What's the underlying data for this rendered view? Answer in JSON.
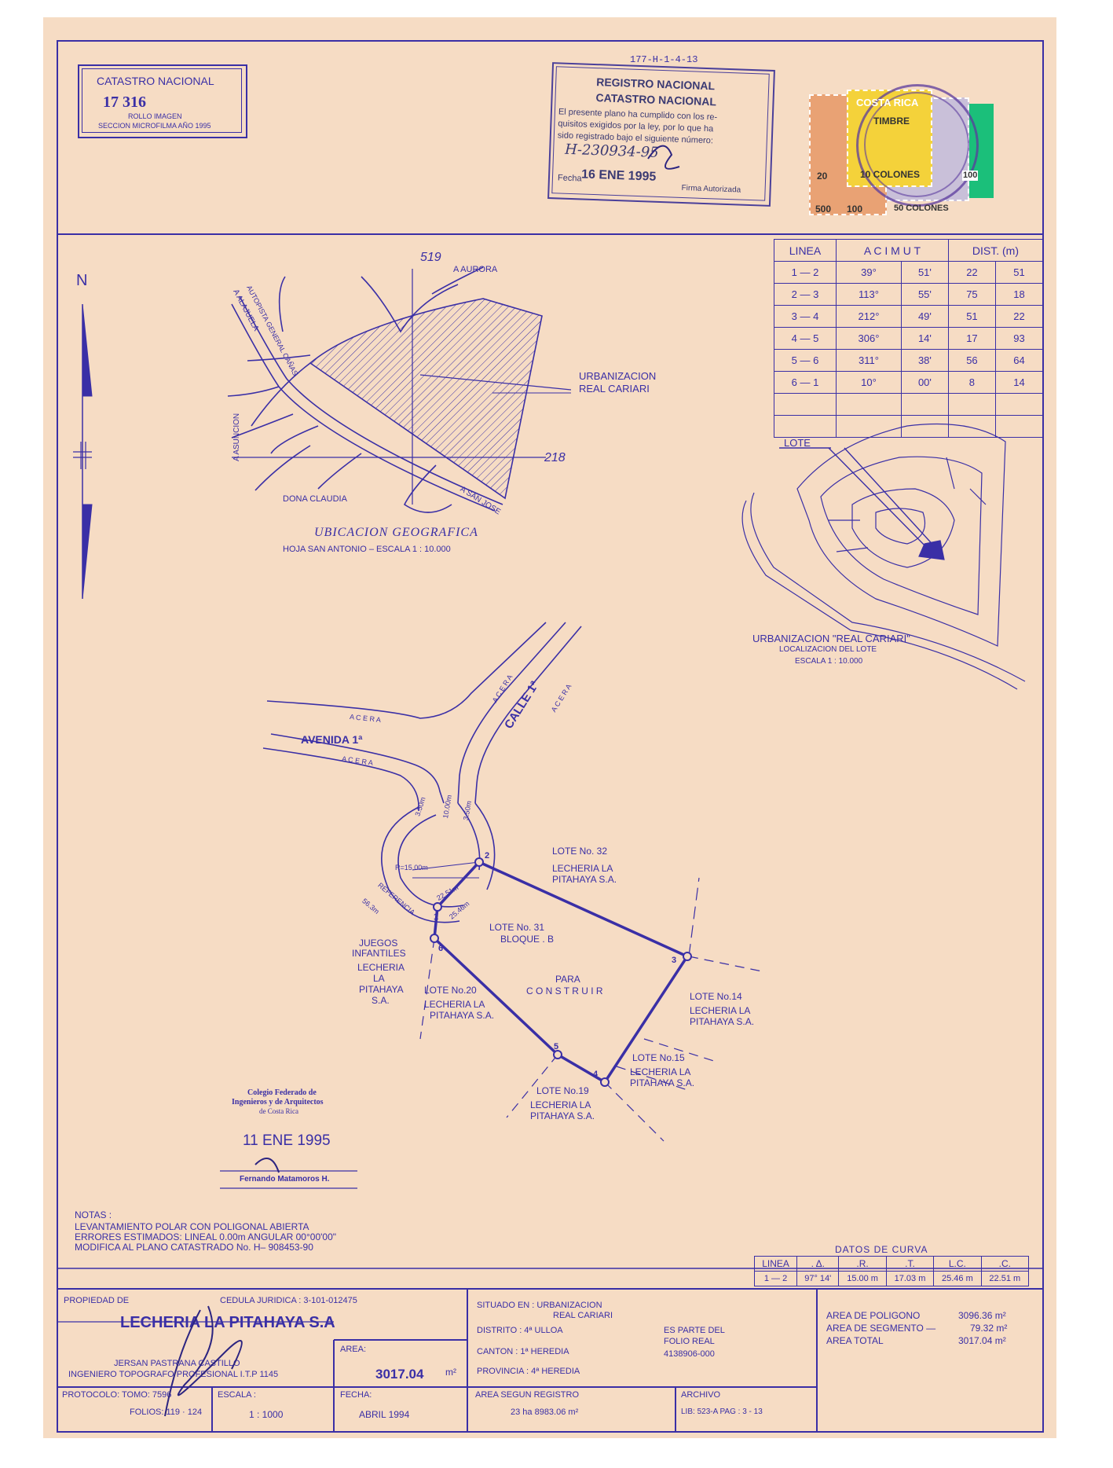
{
  "file_number": "177-H-1-4-13",
  "catastro": {
    "title": "CATASTRO NACIONAL",
    "number": "17  316",
    "line1": "ROLLO IMAGEN",
    "line2": "SECCION MICROFILMA AÑO 1995"
  },
  "registro": {
    "title1": "REGISTRO NACIONAL",
    "title2": "CATASTRO NACIONAL",
    "body1": "El presente plano ha cumplido con los re-",
    "body2": "quisitos exigidos por la ley, por lo que ha",
    "body3": "sido registrado bajo el siguiente número:",
    "number": "H-230934-95",
    "fecha_label": "Fecha",
    "fecha": "16 ENE 1995",
    "firma": "Firma Autorizada"
  },
  "stamps": {
    "s1": "COSTA RICA",
    "s2": "TIMBRE",
    "s3": "10 COLONES",
    "s4": "50 COLONES",
    "s5": "500",
    "s6": "100",
    "s7": "20",
    "s8": "100"
  },
  "north": "N",
  "ubicacion": {
    "title": "UBICACION  GEOGRAFICA",
    "sub": "HOJA SAN ANTONIO   –   ESCALA  1 : 10.000",
    "urb1": "URBANIZACION",
    "urb2": "REAL CARIARI",
    "aurora": "A AURORA",
    "alajuela": "A ALAJUELA",
    "autopista": "AUTOPISTA GENERAL CAÑAS",
    "asuncion": "A ASUNCION",
    "dona": "DONA CLAUDIA",
    "sanjose": "A SAN JOSE",
    "g519": "519",
    "g218": "218"
  },
  "acimut": {
    "headers": [
      "LINEA",
      "A C I M U T",
      "DIST. (m)"
    ],
    "rows": [
      [
        "1 — 2",
        "39°",
        "51'",
        "22",
        "51"
      ],
      [
        "2 — 3",
        "113°",
        "55'",
        "75",
        "18"
      ],
      [
        "3 — 4",
        "212°",
        "49'",
        "51",
        "22"
      ],
      [
        "4 — 5",
        "306°",
        "14'",
        "17",
        "93"
      ],
      [
        "5 — 6",
        "311°",
        "38'",
        "56",
        "64"
      ],
      [
        "6 — 1",
        "10°",
        "00'",
        "8",
        "14"
      ]
    ]
  },
  "lote_map": {
    "lote": "LOTE",
    "title": "URBANIZACION  \"REAL CARIARI\"",
    "sub1": "LOCALIZACION  DEL  LOTE",
    "sub2": "ESCALA  1 : 10.000"
  },
  "plan": {
    "acera1": "A C E R A",
    "acera2": "A C E R A",
    "acera3": "A C E R A",
    "acera4": "A C E R A",
    "avenida": "AVENIDA 1ª",
    "calle": "CALLE 1ª",
    "d350a": "3.50m",
    "d1000": "10.00m",
    "d350b": "3.50m",
    "radio": "R=15.00m",
    "referencia": "REFERENCIA",
    "ref_dist": "56.3m",
    "d2251": "22.51m",
    "d2546": "25.46m",
    "p1": "1",
    "p2": "2",
    "p3": "3",
    "p4": "4",
    "p5": "5",
    "p6": "6",
    "lote32": "LOTE  No. 32",
    "lote32b": "LECHERIA  LA",
    "lote32c": "PITAHAYA  S.A.",
    "lote31": "LOTE  No. 31",
    "bloque": "BLOQUE . B",
    "para": "PARA",
    "construir": "C O N S T R U I R",
    "juegos1": "JUEGOS",
    "juegos2": "INFANTILES",
    "juegos3": "LECHERIA",
    "juegos4": "LA",
    "juegos5": "PITAHAYA",
    "juegos6": "S.A.",
    "lote20": "LOTE No.20",
    "lote20b": "LECHERIA LA",
    "lote20c": "PITAHAYA S.A.",
    "lote14": "LOTE  No.14",
    "lote14b": "LECHERIA  LA",
    "lote14c": "PITAHAYA  S.A.",
    "lote15": "LOTE No.15",
    "lote15b": "LECHERIA  LA",
    "lote15c": "PITAHAYA  S.A.",
    "lote19": "LOTE  No.19",
    "lote19b": "LECHERIA  LA",
    "lote19c": "PITAHAYA  S.A."
  },
  "colegio": {
    "l1": "Colegio Federado de",
    "l2": "Ingenieros y de Arquitectos",
    "l3": "de Costa Rica",
    "date": "11 ENE 1995",
    "name": "Fernando Matamoros H."
  },
  "notas": {
    "title": "NOTAS :",
    "l1": "LEVANTAMIENTO POLAR CON POLIGONAL ABIERTA",
    "l2": "ERRORES ESTIMADOS: LINEAL 0.00m  ANGULAR 00°00'00\"",
    "l3": "MODIFICA AL PLANO CATASTRADO No. H– 908453-90"
  },
  "curva": {
    "title": "DATOS  DE  CURVA",
    "headers": [
      "LINEA",
      ". Δ.",
      ".R.",
      ".T.",
      "L.C.",
      ".C."
    ],
    "row": [
      "1 — 2",
      "97°  14'",
      "15.00 m",
      "17.03 m",
      "25.46 m",
      "22.51 m"
    ]
  },
  "title_block": {
    "propiedad_label": "PROPIEDAD DE",
    "cedula": "CEDULA JURIDICA : 3-101-012475",
    "owner": "LECHERIA  LA PITAHAYA  S.A",
    "eng1": "JERSAN  PASTRANA  CASTILLO",
    "eng2": "INGENIERO  TOPOGRAFO  PROFESIONAL  I.T.P 1145",
    "area_label": "AREA:",
    "area": "3017.04",
    "area_unit": "m²",
    "protocolo": "PROTOCOLO: TOMO: 7596",
    "folios": "FOLIOS: 119 · 124",
    "escala_label": "ESCALA :",
    "escala": "1 : 1000",
    "fecha_label": "FECHA:",
    "fecha": "ABRIL  1994",
    "situado1": "SITUADO  EN :  URBANIZACION",
    "situado2": "REAL  CARIARI",
    "distrito": "DISTRITO : 4ª  ULLOA",
    "canton": "CANTON : 1ª  HEREDIA",
    "provincia": "PROVINCIA : 4ª  HEREDIA",
    "parte1": "ES  PARTE  DEL",
    "parte2": "FOLIO  REAL",
    "parte3": "4138906-000",
    "registro_label": "AREA  SEGUN  REGISTRO",
    "registro_val": "23 ha  8983.06 m²",
    "archivo_label": "ARCHIVO",
    "archivo_val": "LIB: 523-A   PAG : 3 - 13",
    "ap_label": "AREA  DE  POLIGONO",
    "ap_val": "3096.36 m²",
    "as_label": "AREA  DE  SEGMENTO  —",
    "as_val": "79.32 m²",
    "at_label": "AREA  TOTAL",
    "at_val": "3017.04 m²"
  },
  "colors": {
    "ink": "#3a2fa6",
    "paper": "#f6dcc4",
    "stamp_green": "#1bbf7a",
    "stamp_yellow": "#f4d23a",
    "stamp_purple": "#5b3b9e"
  }
}
